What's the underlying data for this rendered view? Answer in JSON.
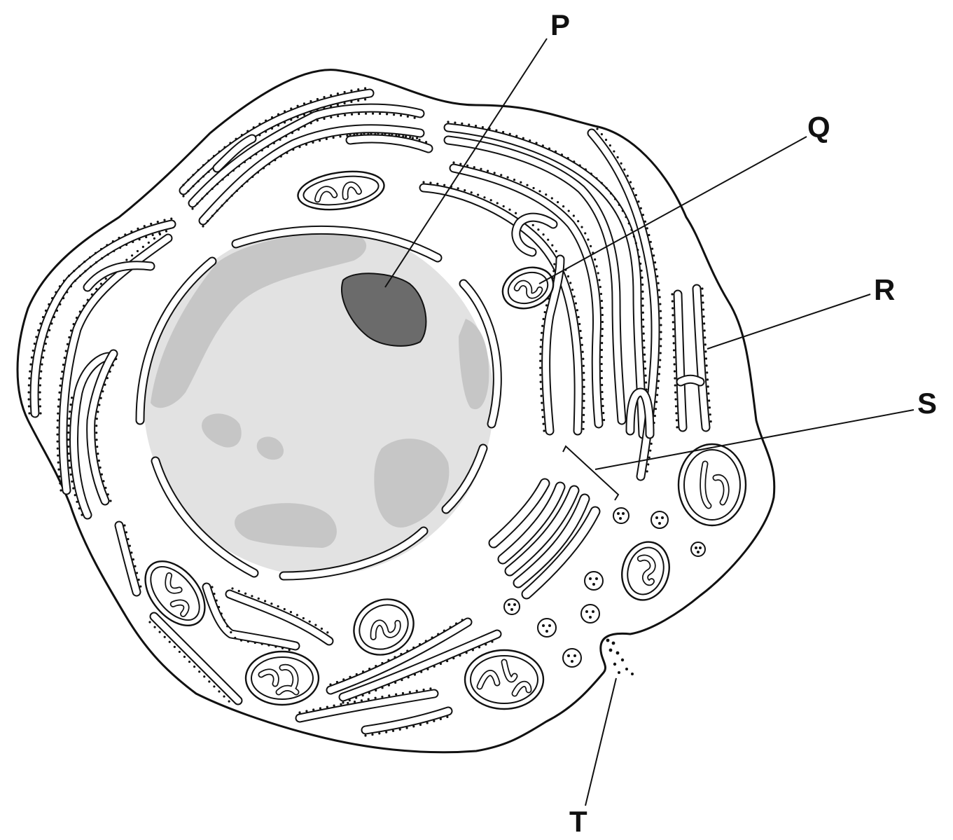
{
  "labels": {
    "p": "P",
    "q": "Q",
    "r": "R",
    "s": "S",
    "t": "T"
  },
  "colors": {
    "outline": "#111111",
    "nucleoplasm": "#e2e2e2",
    "chromatin": "#c6c6c6",
    "nucleolus": "#6b6b6b",
    "cytoplasm": "#ffffff"
  }
}
